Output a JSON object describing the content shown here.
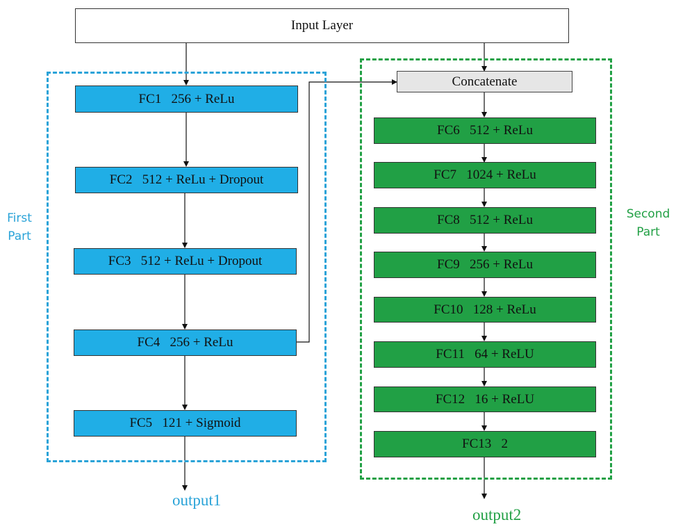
{
  "input_layer": "Input Layer",
  "concatenate": "Concatenate",
  "first_part": {
    "label": "First\nPart",
    "color": "#2aa3d8",
    "layers": [
      "FC1   256 + ReLu",
      "FC2   512 + ReLu + Dropout",
      "FC3   512 + ReLu + Dropout",
      "FC4   256 + ReLu",
      "FC5   121 + Sigmoid"
    ],
    "output": "output1"
  },
  "second_part": {
    "label": "Second\nPart",
    "color": "#22a045",
    "layers": [
      "FC6   512 + ReLu",
      "FC7   1024 + ReLu",
      "FC8   512 + ReLu",
      "FC9   256 + ReLu",
      "FC10   128 + ReLu",
      "FC11   64 + ReLU",
      "FC12   16 + ReLU",
      "FC13   2"
    ],
    "output": "output2"
  }
}
